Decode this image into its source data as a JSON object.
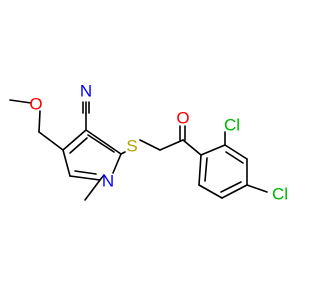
{
  "atom_labels": {
    "nitrile_n": "N",
    "ring_n": "N",
    "sulfur": "S",
    "ketone_o": "O",
    "ether_o": "O",
    "cl_ortho": "Cl",
    "cl_para": "Cl"
  },
  "colors": {
    "bond": "#000000",
    "nitrogen": "#0000ff",
    "oxygen": "#ff0000",
    "sulfur": "#b5a000",
    "chlorine": "#00b400",
    "background": "#ffffff"
  }
}
